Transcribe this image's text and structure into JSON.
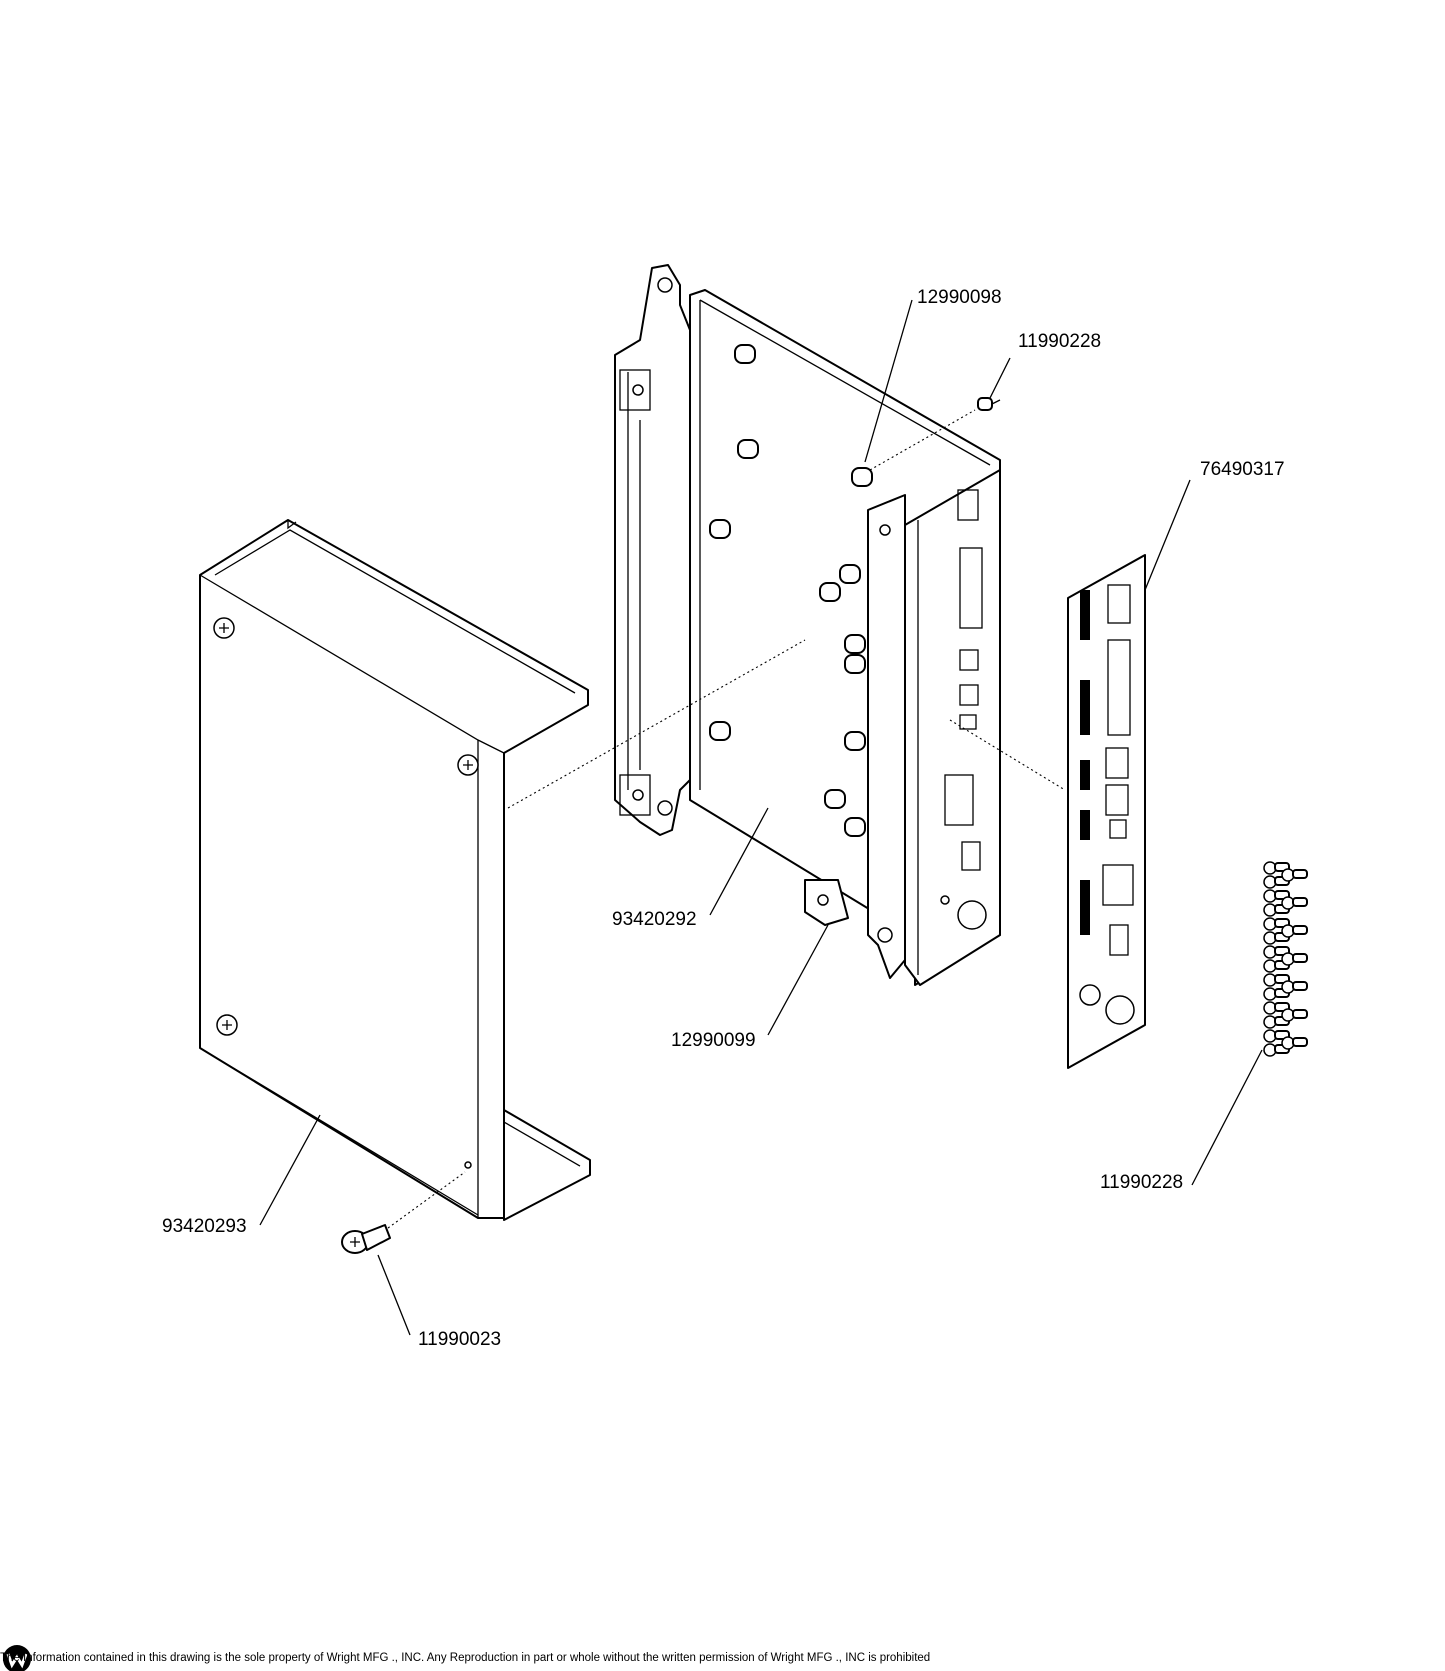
{
  "callouts": {
    "standoff_top": "12990098",
    "screw_top": "11990228",
    "label_plate": "76490317",
    "bracket": "93420292",
    "clip": "12990099",
    "cover": "93420293",
    "screw_cover": "11990023",
    "screws_bundle": "11990228"
  },
  "footer": {
    "notice": "The Information contained in this drawing is the sole property of Wright MFG ., INC. Any Reproduction in part or whole without the written permission of Wright MFG ., INC is prohibited"
  }
}
